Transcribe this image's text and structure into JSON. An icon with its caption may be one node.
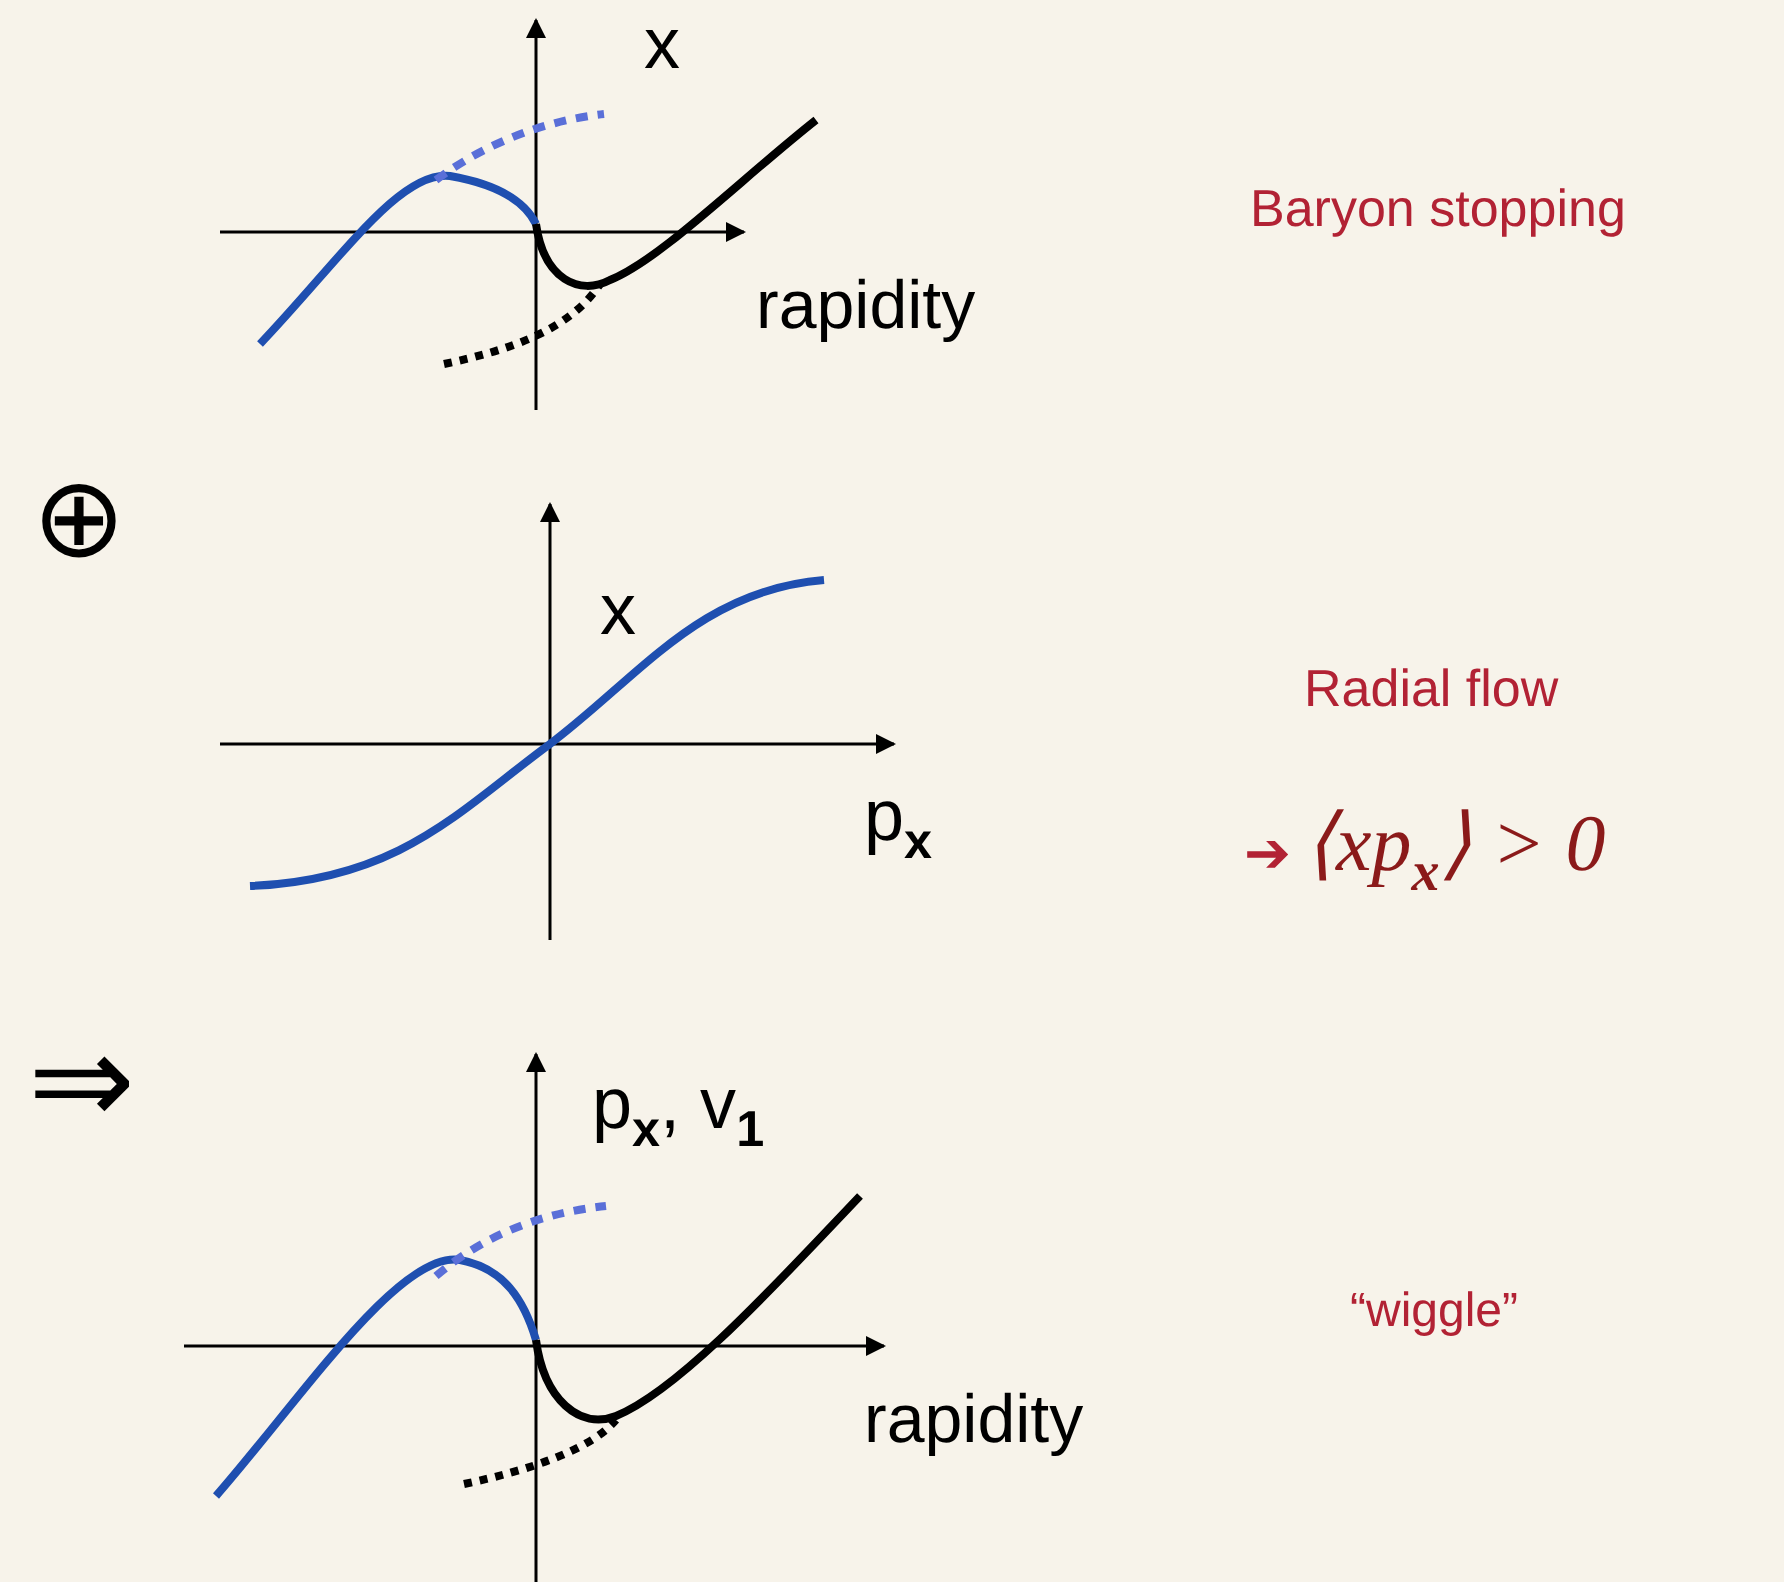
{
  "diagram": {
    "labels": [
      "x",
      "Baryon stopping",
      "rapidity",
      "⊕",
      "x",
      "Radial flow",
      "p$_{x}$",
      "➔",
      "⟨xp$_{x}$⟩ > 0",
      "⇒",
      "p$_{x}$, v$_{1}$",
      "“wiggle”",
      "rapidity"
    ]
  }
}
